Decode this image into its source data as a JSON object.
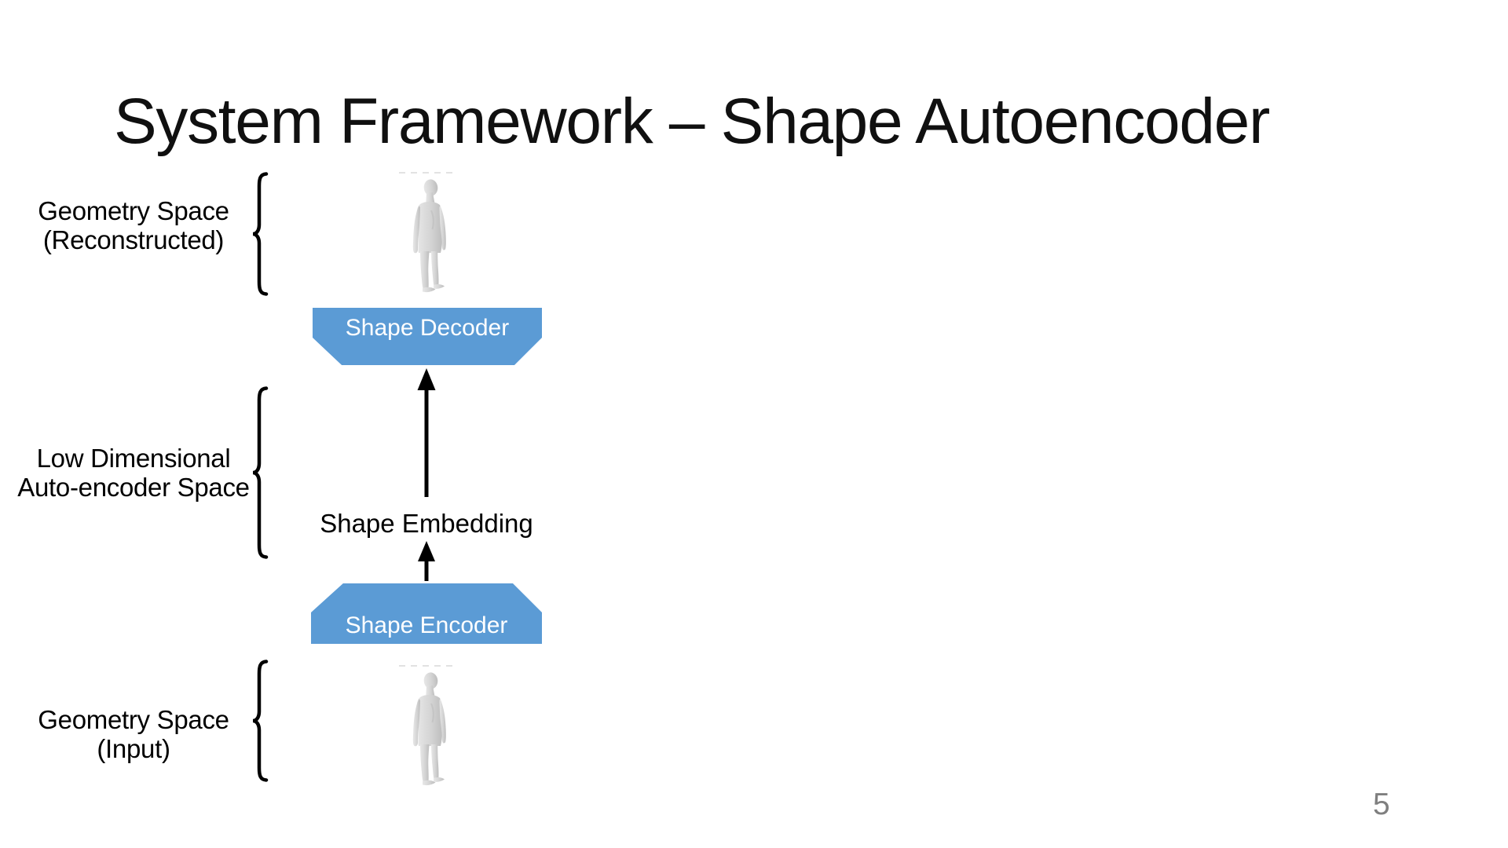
{
  "slide": {
    "title": "System Framework – Shape Autoencoder",
    "page_number": "5"
  },
  "side_labels": [
    {
      "line1": "Geometry Space",
      "line2": "(Reconstructed)"
    },
    {
      "line1": "Low Dimensional",
      "line2": "Auto-encoder Space"
    },
    {
      "line1": "Geometry Space",
      "line2": "(Input)"
    }
  ],
  "pipeline": {
    "decoder_label": "Shape Decoder",
    "embedding_label": "Shape Embedding",
    "encoder_label": "Shape Encoder"
  },
  "icons": {
    "figure_top": "human-3d-body-mesh",
    "figure_bottom": "human-3d-body-mesh",
    "brace": "left-curly-brace",
    "arrow": "up-arrow",
    "dashed_line": "ground-dashed-line"
  },
  "colors": {
    "accent_blue": "#5B9BD5",
    "box_text": "#FFFFFF",
    "body_text": "#000000",
    "page_number": "#7F7F7F",
    "figure_gray": "#D4D4D4",
    "dashed_line": "#D9D9D9"
  }
}
